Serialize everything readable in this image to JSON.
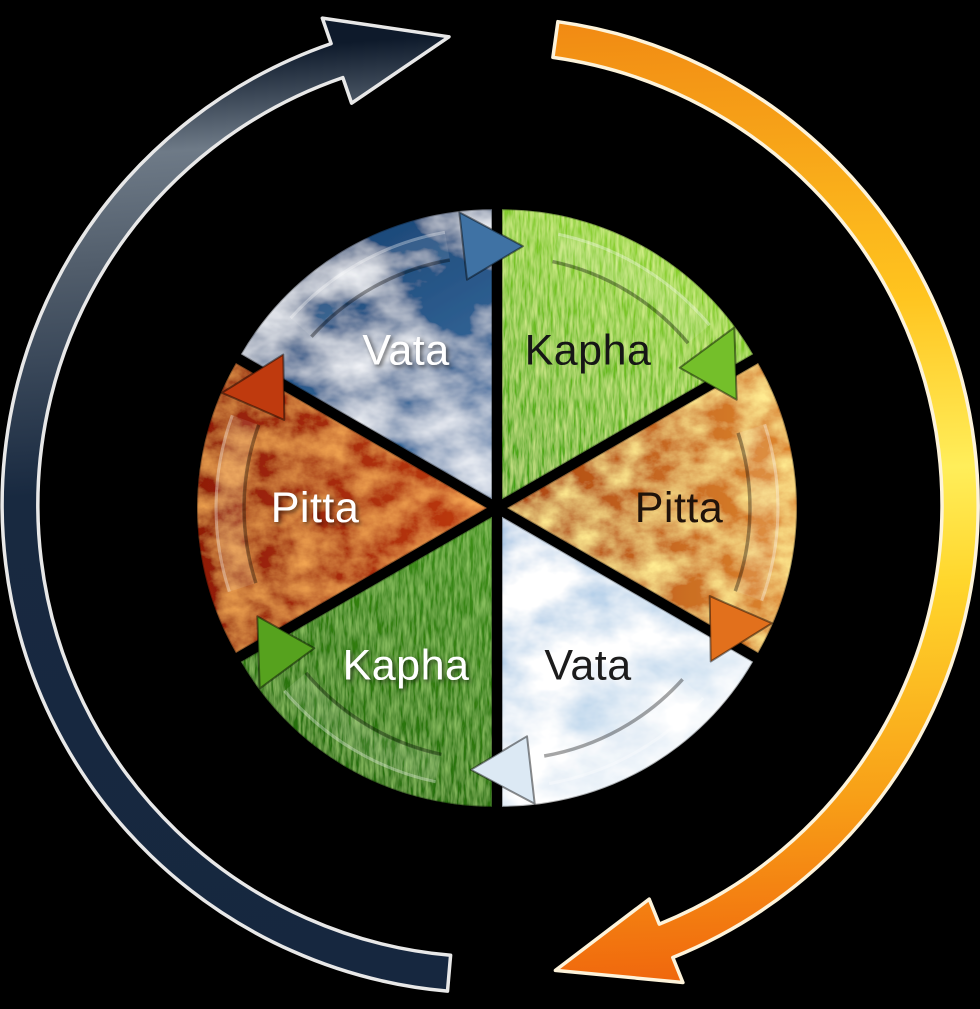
{
  "diagram": {
    "type": "cycle-diagram",
    "background": "#000000",
    "center_wheel": {
      "name": "dosha-wheel",
      "segments": [
        {
          "label": "Kapha",
          "position": "top-right",
          "texture": "grass-bright",
          "label_color": "#161616",
          "base_colors": [
            "#8ed32f",
            "#3f9e10"
          ],
          "arrow_color": "#74bf2a"
        },
        {
          "label": "Pitta",
          "position": "right",
          "texture": "fire-orange",
          "label_color": "#20130a",
          "base_colors": [
            "#e08a30",
            "#ab4410"
          ],
          "arrow_color": "#e2701c"
        },
        {
          "label": "Vata",
          "position": "bottom-right",
          "texture": "sky-light",
          "label_color": "#1c1c1c",
          "base_colors": [
            "#e4eef7",
            "#74a9d8"
          ],
          "arrow_color": "#dce9f4"
        },
        {
          "label": "Kapha",
          "position": "bottom-left",
          "texture": "grass-dark",
          "label_color": "#ffffff",
          "base_colors": [
            "#256d0a",
            "#3f9117"
          ],
          "arrow_color": "#56a21e"
        },
        {
          "label": "Pitta",
          "position": "left",
          "texture": "fire-red",
          "label_color": "#ffffff",
          "base_colors": [
            "#8e1c06",
            "#bf3b0e"
          ],
          "arrow_color": "#bf3a0e"
        },
        {
          "label": "Vata",
          "position": "top-left",
          "texture": "sky-dark",
          "label_color": "#ffffff",
          "base_colors": [
            "#1c4878",
            "#4479ad"
          ],
          "arrow_color": "#3f72a4"
        }
      ]
    },
    "outer_arrows": [
      {
        "name": "dark-cycle-arrow",
        "side": "left",
        "direction": "clockwise",
        "colors": [
          "#16273f",
          "#182940",
          "#505c6a",
          "#6e7a87",
          "#0e1a2b"
        ],
        "outline": "#e8e8e8"
      },
      {
        "name": "orange-cycle-arrow",
        "side": "right",
        "direction": "clockwise",
        "colors": [
          "#f18a13",
          "#ffc41f",
          "#ffee5a",
          "#ffd62c",
          "#f89f17",
          "#f0680d"
        ],
        "outline": "#fdf3da"
      }
    ]
  }
}
